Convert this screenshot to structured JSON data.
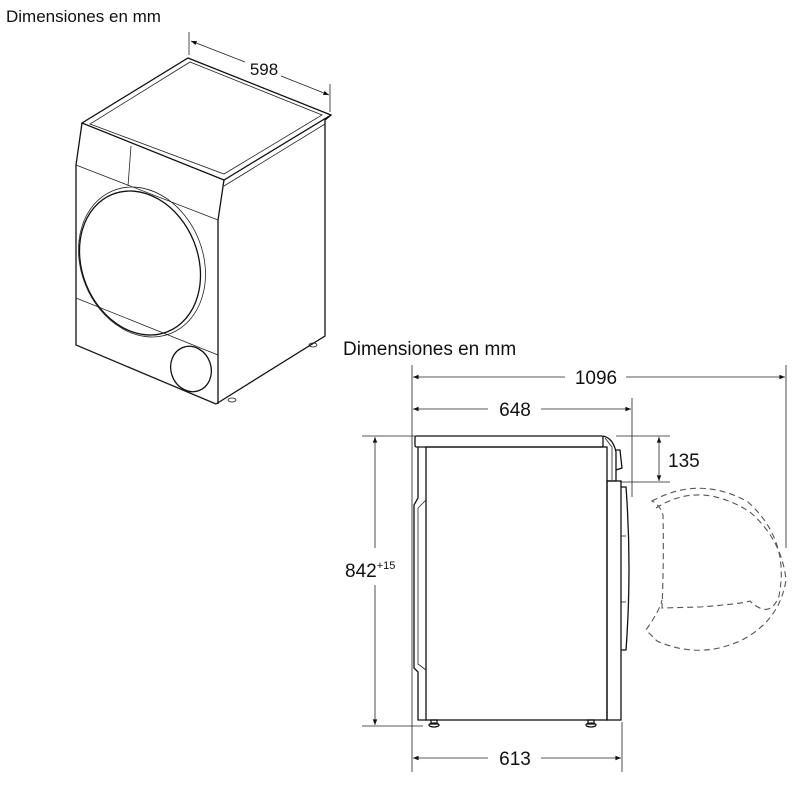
{
  "iso_view": {
    "heading": "Dimensiones en mm",
    "width_label": "598"
  },
  "side_view": {
    "heading": "Dimensiones en mm",
    "depth_door_open_label": "1096",
    "depth_top_label": "648",
    "control_panel_height_label": "135",
    "height_label": "842",
    "height_tolerance_label": "+15",
    "depth_body_label": "613"
  }
}
